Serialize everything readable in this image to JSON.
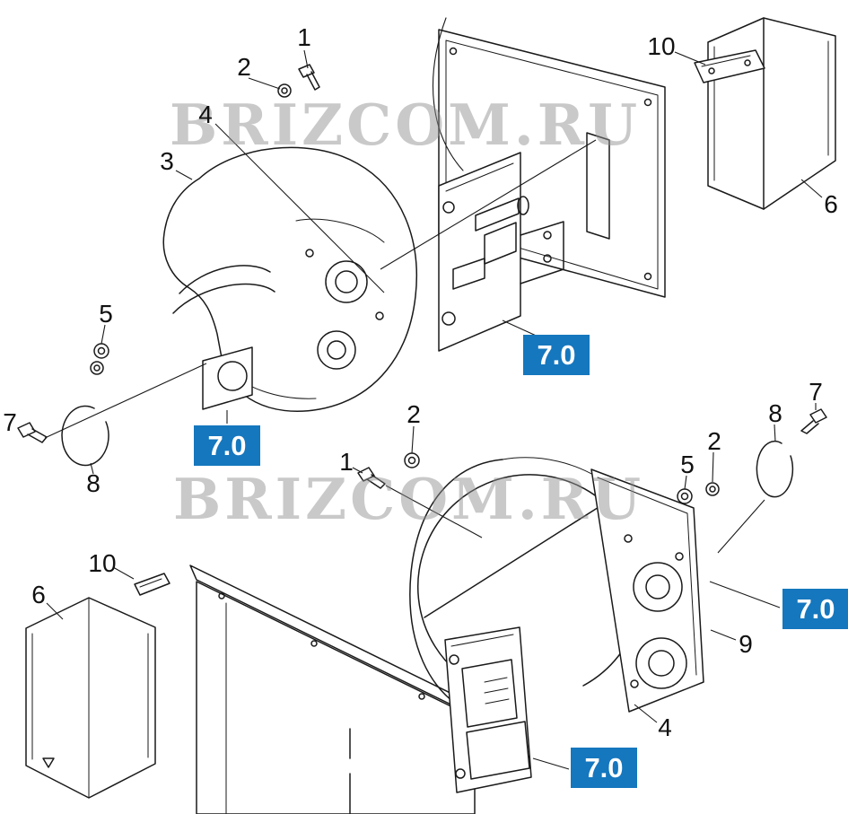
{
  "page": {
    "type": "exploded-parts-diagram",
    "background": "#ffffff"
  },
  "watermark": {
    "text": "BRIZCOM.RU",
    "color": "#8f8f8f"
  },
  "colors": {
    "line": "#1a1a1a",
    "badge_bg": "#1577be",
    "badge_text": "#ffffff"
  },
  "badges": [
    "7.0",
    "7.0",
    "7.0",
    "7.0"
  ],
  "callouts": [
    "1",
    "2",
    "4",
    "3",
    "10",
    "6",
    "5",
    "7",
    "8",
    "1",
    "2",
    "5",
    "2",
    "8",
    "7",
    "9",
    "4",
    "10",
    "6"
  ]
}
